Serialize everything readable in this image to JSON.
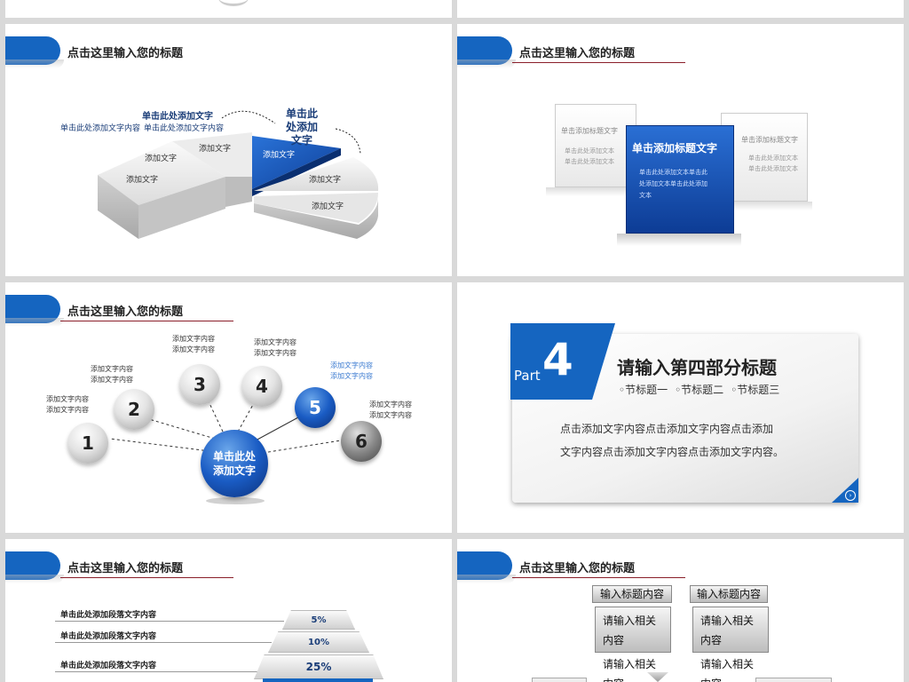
{
  "slide_title": "点击这里输入您的标题",
  "pie_slide": {
    "callout_top": "单击此处添加文字",
    "callout_left": "单击此处添加文字内容",
    "callout_mid": "单击此处添加文字内容",
    "callout_right": "单击此处添加文字",
    "labels": [
      "添加文字",
      "添加文字",
      "添加文字",
      "添加文字",
      "添加文字",
      "添加文字"
    ]
  },
  "cards_slide": {
    "left_title": "单击添加标题文字",
    "left_body": "单击此处添加文本\n单击此处添加文本",
    "center_title": "单击添加标题文字",
    "center_body": "单击此处添加文本单击此\n处添加文本单击此处添加\n文本",
    "right_title": "单击添加标题文字",
    "right_body": "单击此处添加文本\n单击此处添加文本"
  },
  "balls_slide": {
    "center": "单击此处\n添加文字",
    "balls": [
      "1",
      "2",
      "3",
      "4",
      "5",
      "6"
    ],
    "label": "添加文字内容\n添加文字内容"
  },
  "part_slide": {
    "part_word": "Part",
    "part_num": "4",
    "heading": "请输入第四部分标题",
    "sections": [
      "节标题一",
      "节标题二",
      "节标题三"
    ],
    "body": "点击添加文字内容点击添加文字内容点击添加\n文字内容点击添加文字内容点击添加文字内容。"
  },
  "pyramid_slide": {
    "rows": [
      "单击此处添加段落文字内容",
      "单击此处添加段落文字内容",
      "单击此处添加段落文字内容"
    ],
    "percents": [
      "5%",
      "10%",
      "25%"
    ]
  },
  "flow_slide": {
    "headers": [
      "输入标题内容",
      "输入标题内容"
    ],
    "box1": "请输入相关\n内容",
    "box2": "请输入相关\n内容",
    "box3": "请输入相关\n内容",
    "box4": "请输入相关\n内容"
  },
  "colors": {
    "accent": "#1565c0",
    "rule": "#8a1f2a"
  }
}
